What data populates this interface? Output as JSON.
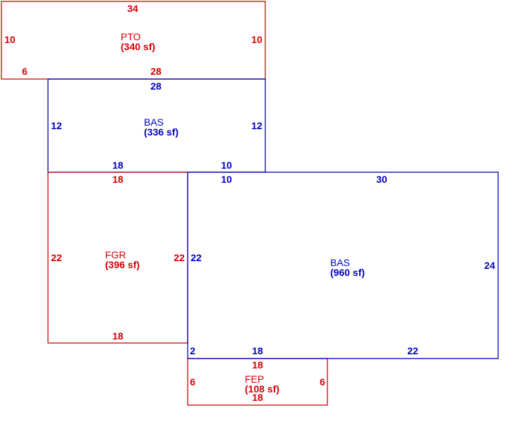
{
  "colors": {
    "red": "#d40000",
    "blue": "#0000c0",
    "background": "#ffffff"
  },
  "areas": [
    {
      "code": "PTO",
      "area": "(340 sf)",
      "color": "red",
      "dimensions": [
        "34",
        "10",
        "10",
        "6",
        "28"
      ]
    },
    {
      "code": "BAS",
      "area": "(336 sf)",
      "color": "blue",
      "dimensions": [
        "28",
        "12",
        "12",
        "18",
        "10"
      ]
    },
    {
      "code": "FGR",
      "area": "(396 sf)",
      "color": "red",
      "dimensions": [
        "18",
        "22",
        "22",
        "18"
      ]
    },
    {
      "code": "BAS",
      "area": "(960 sf)",
      "color": "blue",
      "dimensions": [
        "10",
        "30",
        "22",
        "24",
        "2",
        "18",
        "22"
      ]
    },
    {
      "code": "FEP",
      "area": "(108 sf)",
      "color": "red",
      "dimensions": [
        "18",
        "6",
        "6",
        "18"
      ]
    }
  ]
}
